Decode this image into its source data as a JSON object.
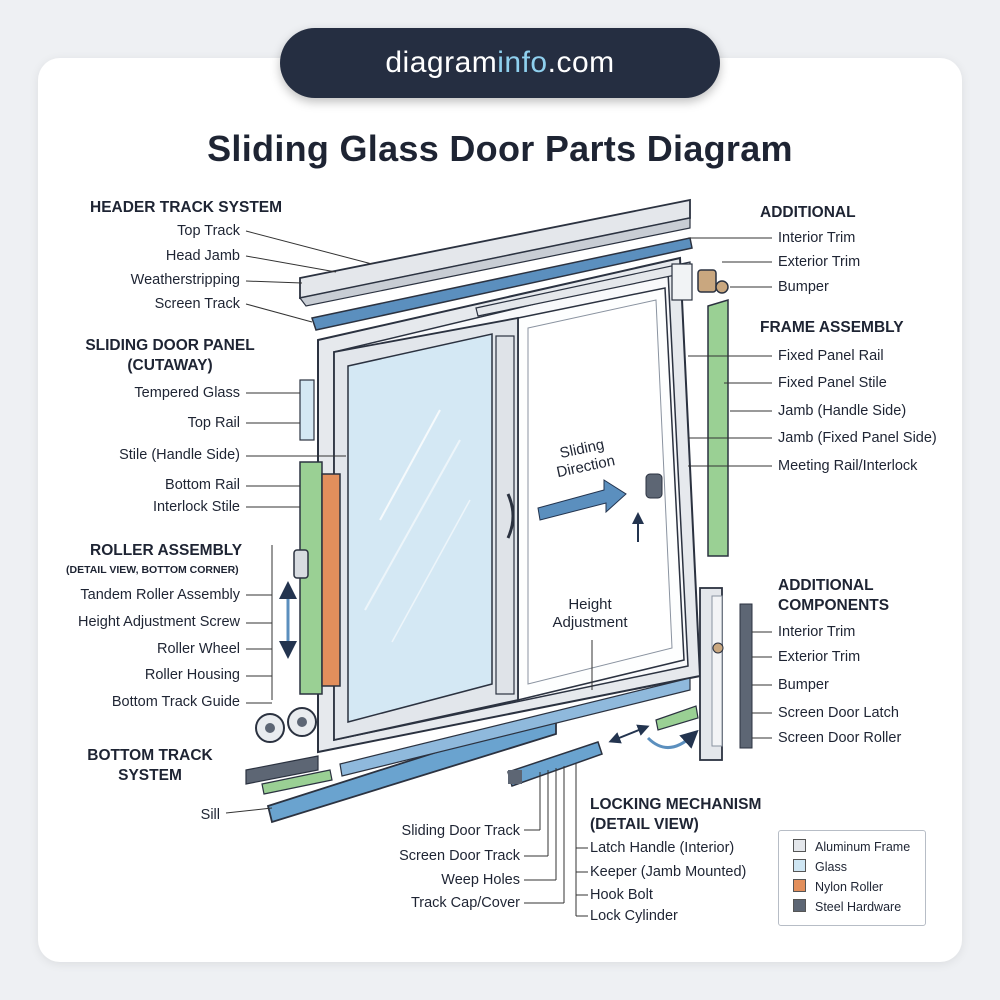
{
  "brand": {
    "prefix": "diagram",
    "accent": "info",
    "suffix": ".com"
  },
  "title": "Sliding Glass Door Parts Diagram",
  "sections": {
    "header_track": {
      "heading": "HEADER TRACK SYSTEM",
      "items": [
        "Top Track",
        "Head Jamb",
        "Weatherstripping",
        "Screen Track"
      ]
    },
    "panel": {
      "heading_line1": "SLIDING DOOR PANEL",
      "heading_line2": "(CUTAWAY)",
      "items": [
        "Tempered Glass",
        "Top Rail",
        "Stile (Handle Side)",
        "Bottom Rail",
        "Interlock Stile"
      ]
    },
    "roller": {
      "heading": "ROLLER ASSEMBLY",
      "subheading": "(DETAIL VIEW, BOTTOM CORNER)",
      "items": [
        "Tandem Roller Assembly",
        "Height Adjustment Screw",
        "Roller Wheel",
        "Roller Housing",
        "Bottom Track Guide"
      ]
    },
    "bottom_track": {
      "heading_line1": "BOTTOM TRACK",
      "heading_line2": "SYSTEM",
      "sill": "Sill",
      "items": [
        "Sliding Door Track",
        "Screen Door Track",
        "Weep Holes",
        "Track Cap/Cover"
      ]
    },
    "additional": {
      "heading": "ADDITIONAL",
      "items": [
        "Interior Trim",
        "Exterior Trim",
        "Bumper"
      ]
    },
    "frame": {
      "heading": "FRAME ASSEMBLY",
      "items": [
        "Fixed Panel Rail",
        "Fixed Panel Stile",
        "Jamb (Handle Side)",
        "Jamb (Fixed Panel Side)",
        "Meeting Rail/Interlock"
      ]
    },
    "additional_components": {
      "heading_line1": "ADDITIONAL",
      "heading_line2": "COMPONENTS",
      "items": [
        "Interior Trim",
        "Exterior Trim",
        "Bumper",
        "Screen Door Latch",
        "Screen Door Roller"
      ]
    },
    "locking": {
      "heading_line1": "LOCKING MECHANISM",
      "heading_line2": "(DETAIL VIEW)",
      "items": [
        "Latch Handle (Interior)",
        "Keeper (Jamb Mounted)",
        "Hook Bolt",
        "Lock Cylinder"
      ]
    }
  },
  "callouts": {
    "sliding_line1": "Sliding",
    "sliding_line2": "Direction",
    "height_line1": "Height",
    "height_line2": "Adjustment"
  },
  "legend": [
    {
      "label": "Aluminum Frame",
      "color": "#e4e7eb"
    },
    {
      "label": "Glass",
      "color": "#cfe6f3"
    },
    {
      "label": "Nylon Roller",
      "color": "#e28f5c"
    },
    {
      "label": "Steel Hardware",
      "color": "#5d6674"
    }
  ]
}
